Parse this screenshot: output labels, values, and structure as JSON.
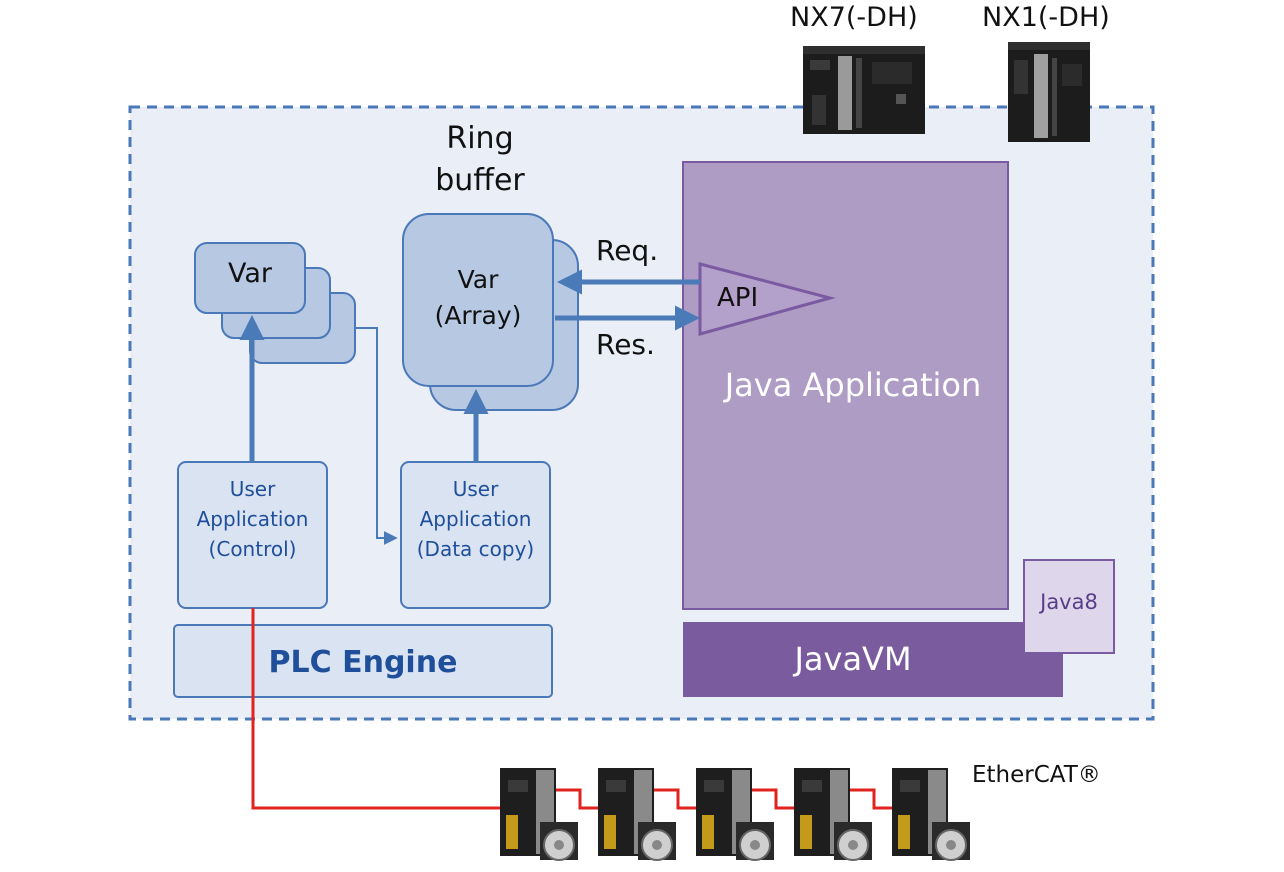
{
  "controllers": {
    "nx7_label": "NX7(-DH)",
    "nx1_label": "NX1(-DH)"
  },
  "ring_buffer": {
    "title_line1": "Ring",
    "title_line2": "buffer",
    "var_line1": "Var",
    "var_line2": "(Array)"
  },
  "var_stack": {
    "label": "Var"
  },
  "arrows": {
    "request": "Req.",
    "response": "Res."
  },
  "api": {
    "label": "API"
  },
  "java_app": {
    "label": "Java Application"
  },
  "java_vm": {
    "label": "JavaVM",
    "version_badge": "Java8"
  },
  "user_app_control": {
    "line1": "User",
    "line2": "Application",
    "line3": "(Control)"
  },
  "user_app_copy": {
    "line1": "User",
    "line2": "Application",
    "line3": "(Data copy)"
  },
  "plc_engine": {
    "label": "PLC Engine"
  },
  "network": {
    "label": "EtherCAT®",
    "servo_drive_count": 5
  },
  "colors": {
    "frame_bg": "#e9eef7",
    "frame_border": "#4a78b8",
    "box_fill": "#b7c8e2",
    "box_stroke": "#4a78b8",
    "app_fill": "#d9e3f1",
    "java_app_fill": "#ae9cc4",
    "java_app_stroke": "#7a5aa0",
    "java_vm_fill": "#7a5c9e",
    "arrow": "#4a7ab8",
    "ethercat_line": "#e0231e"
  }
}
